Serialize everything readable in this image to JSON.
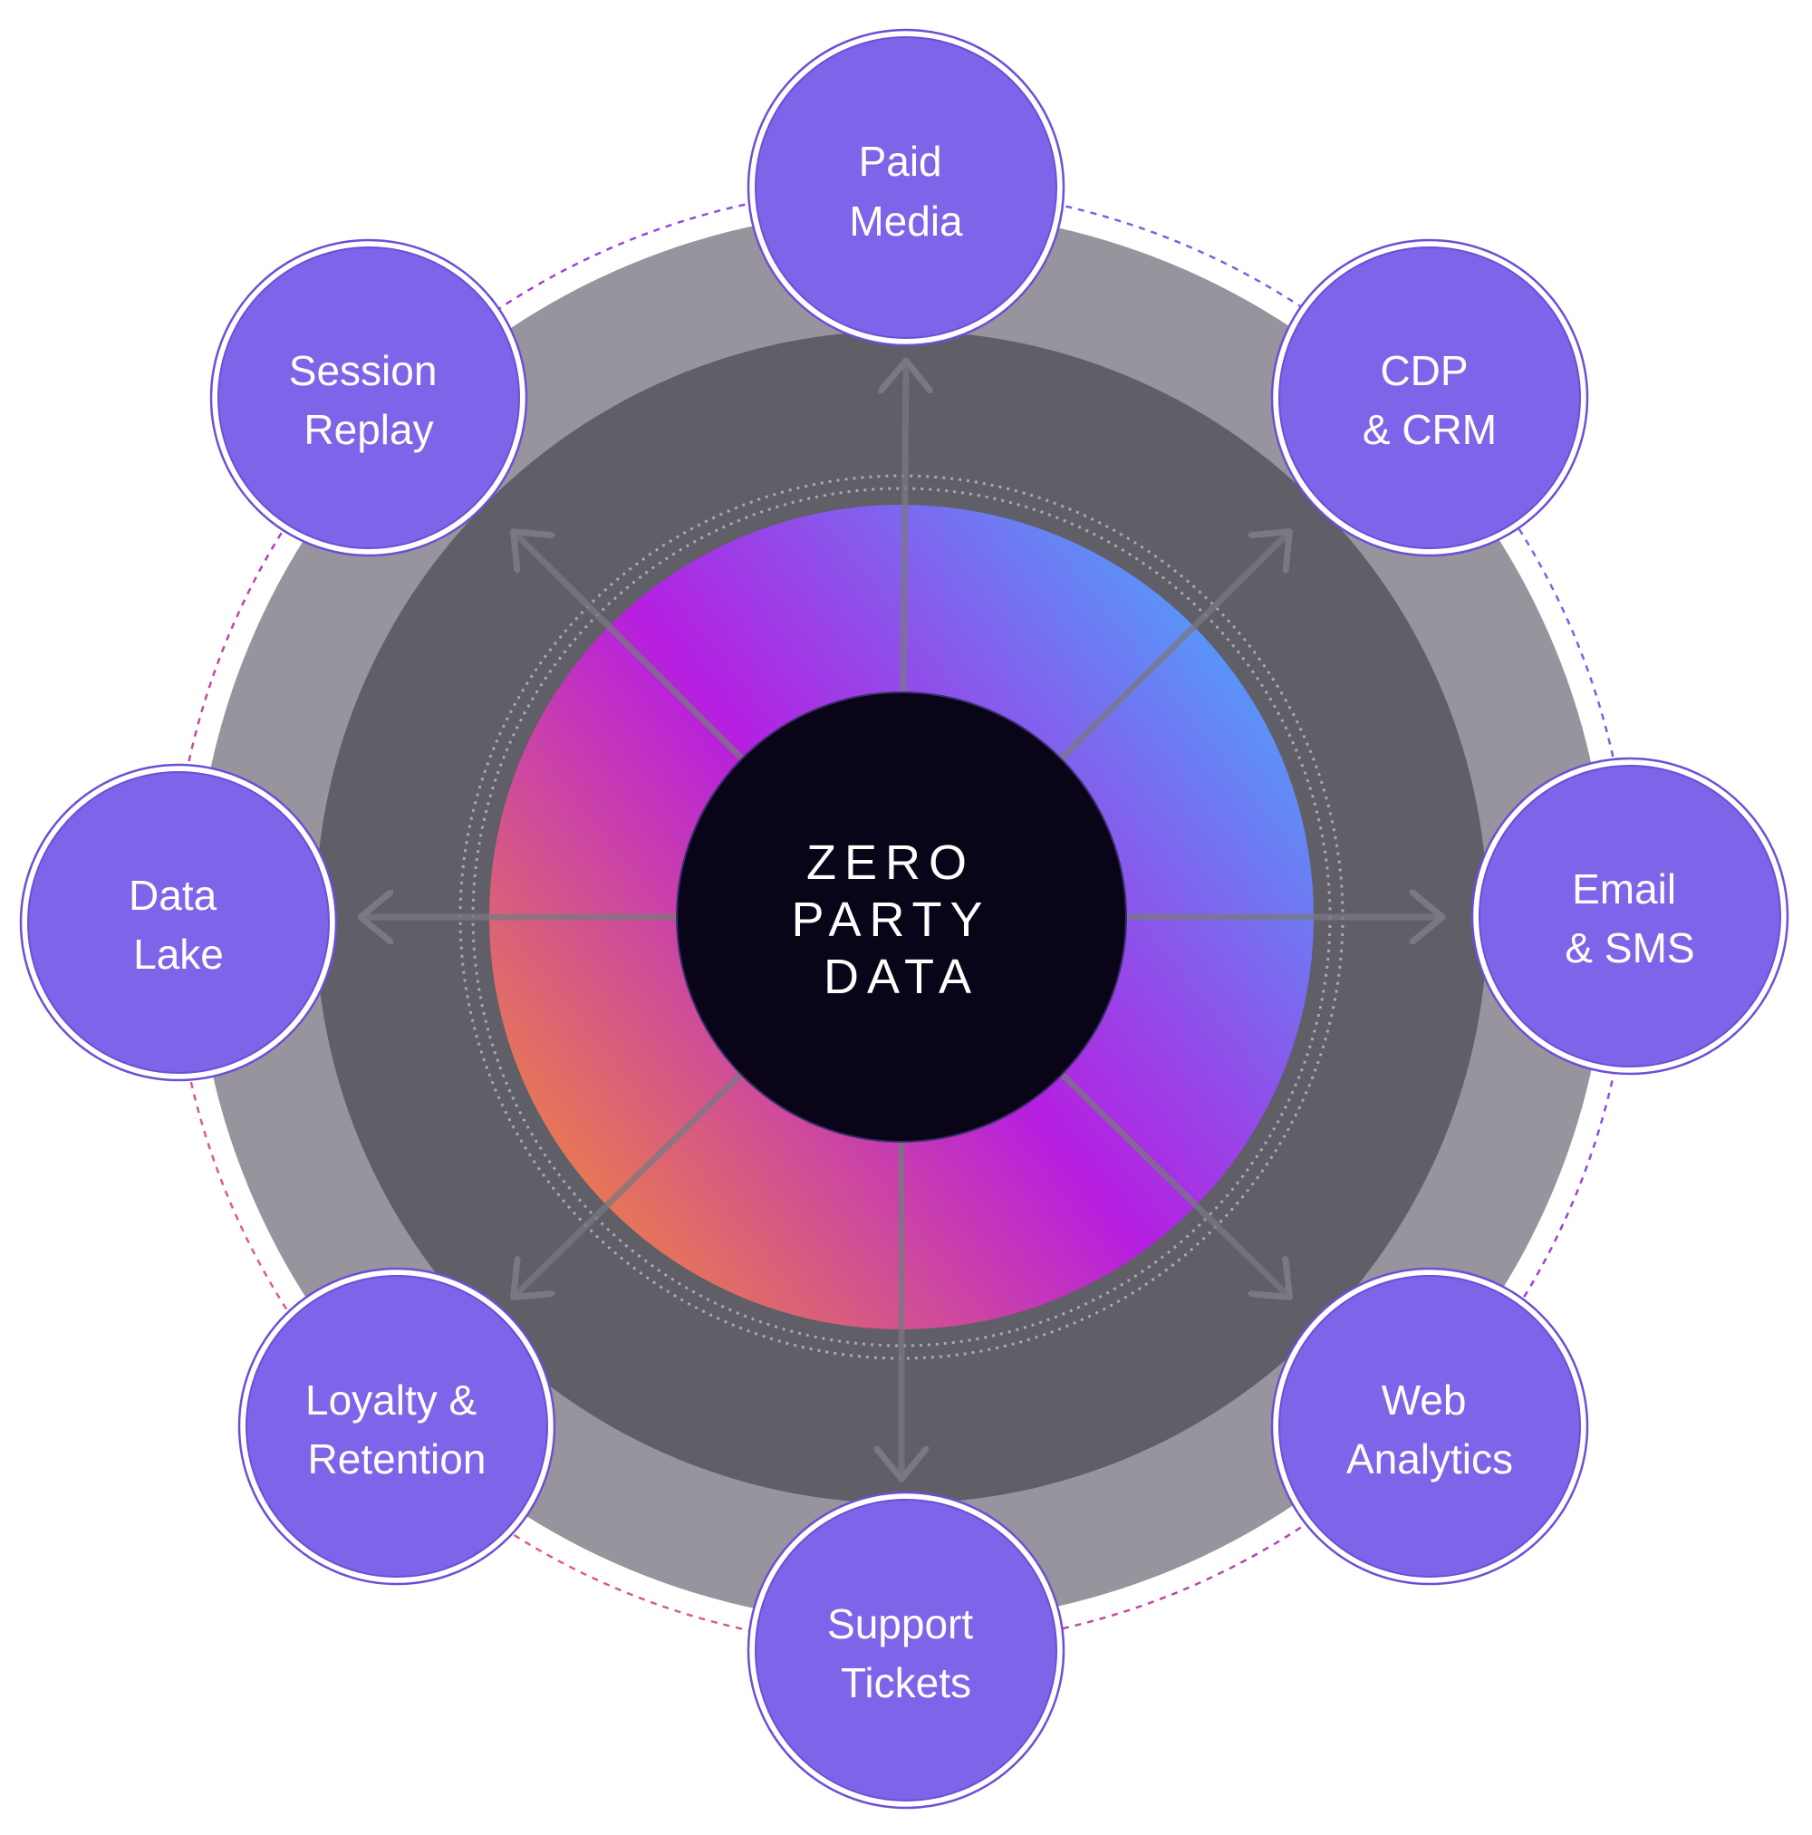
{
  "center": {
    "lines": [
      "ZERO",
      "PARTY",
      "DATA"
    ]
  },
  "nodes": [
    {
      "id": "paid-media",
      "lines": [
        "Paid",
        "Media"
      ]
    },
    {
      "id": "cdp-crm",
      "lines": [
        "CDP",
        "& CRM"
      ]
    },
    {
      "id": "email-sms",
      "lines": [
        "Email",
        "& SMS"
      ]
    },
    {
      "id": "web-analytics",
      "lines": [
        "Web",
        "Analytics"
      ]
    },
    {
      "id": "support-tickets",
      "lines": [
        "Support",
        "Tickets"
      ]
    },
    {
      "id": "loyalty-retention",
      "lines": [
        "Loyalty &",
        "Retention"
      ]
    },
    {
      "id": "data-lake",
      "lines": [
        "Data",
        "Lake"
      ]
    },
    {
      "id": "session-replay",
      "lines": [
        "Session",
        "Replay"
      ]
    }
  ],
  "colors": {
    "node_fill": "#7F63E8",
    "node_stroke": "#6B4FD6",
    "outer_ring": "#97949D",
    "inner_ring": "#605E67",
    "center_fill": "#0A0418",
    "arrow": "#7A7882",
    "gradient_blue": "#4FA2FA",
    "gradient_purple": "#B61EE0",
    "gradient_orange": "#F18A37"
  }
}
